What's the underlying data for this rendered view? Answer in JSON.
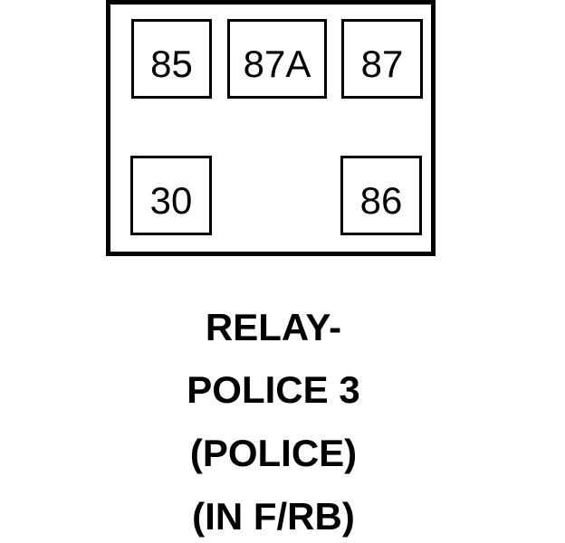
{
  "relay": {
    "pins": [
      {
        "label": "85",
        "row": "top",
        "position": "left"
      },
      {
        "label": "87A",
        "row": "top",
        "position": "center"
      },
      {
        "label": "87",
        "row": "top",
        "position": "right"
      },
      {
        "label": "30",
        "row": "bottom",
        "position": "left"
      },
      {
        "label": "86",
        "row": "bottom",
        "position": "right"
      }
    ]
  },
  "caption": {
    "lines": [
      "RELAY-",
      "POLICE 3",
      "(POLICE)",
      "(IN F/RB)"
    ]
  },
  "colors": {
    "line": "#000000",
    "text": "#000000",
    "background": "#ffffff"
  }
}
